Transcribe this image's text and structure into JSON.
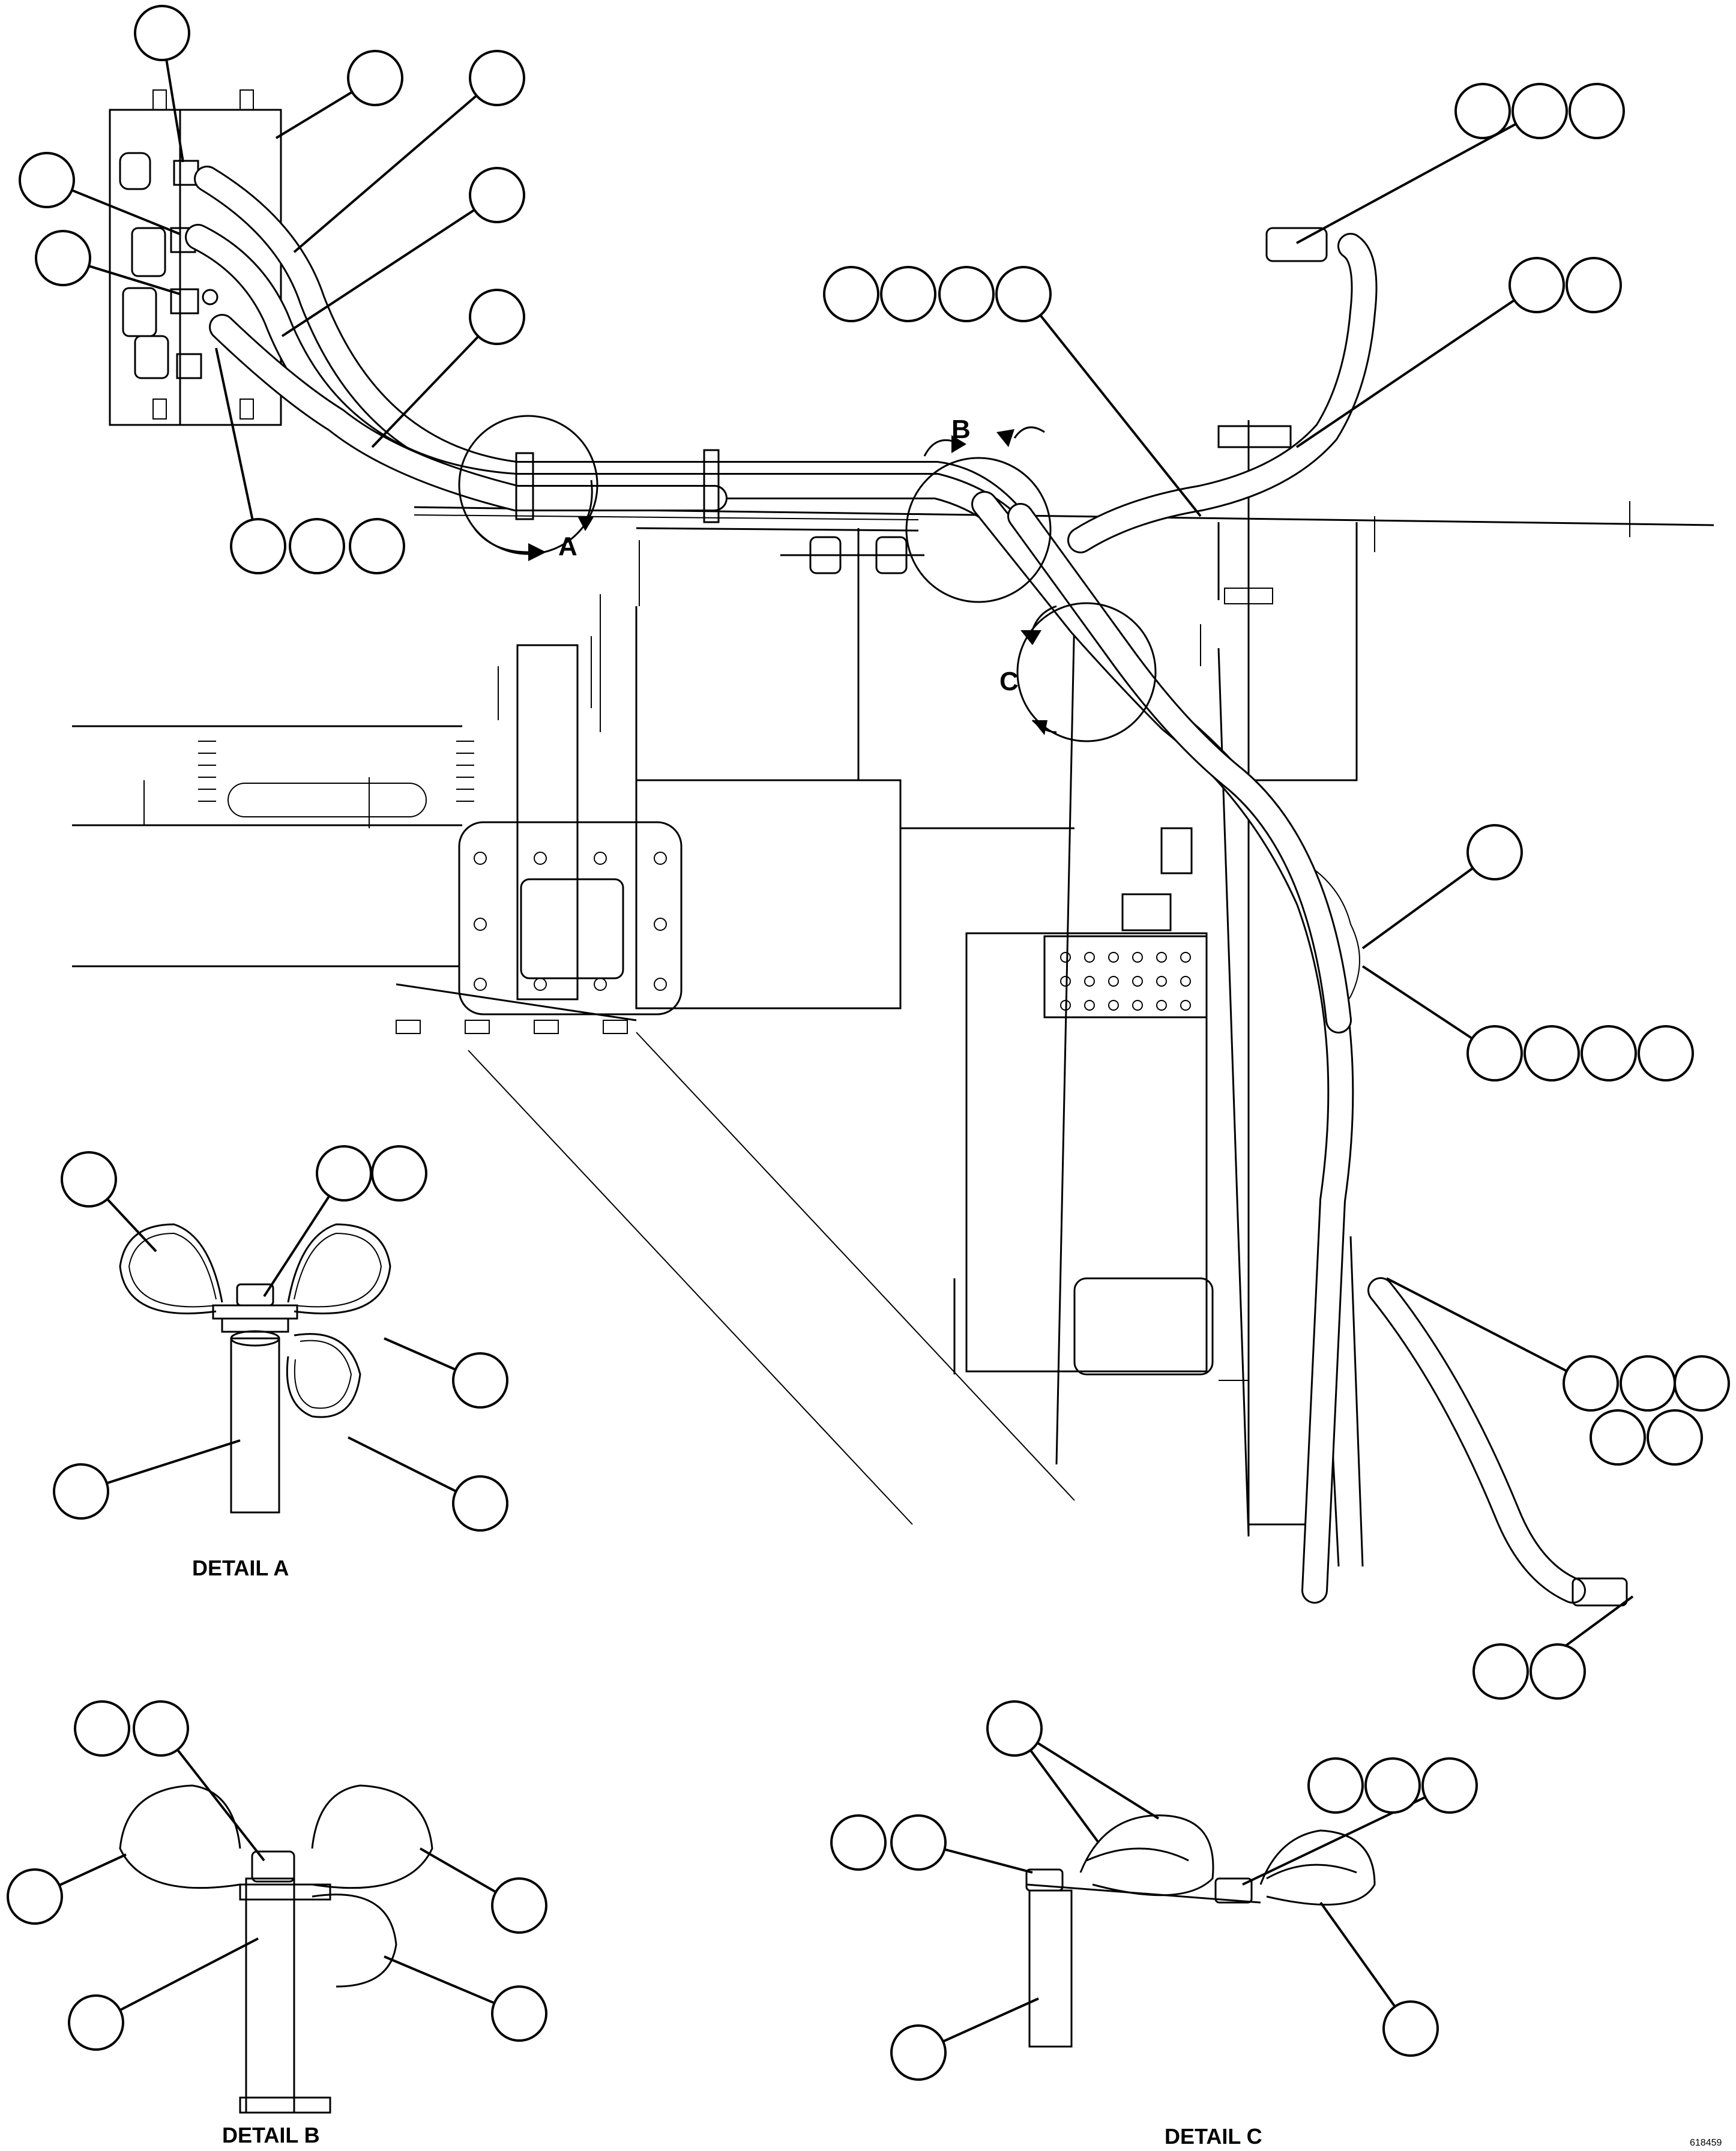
{
  "view_labels": {
    "A": "A",
    "B": "B",
    "C": "C"
  },
  "detail_titles": {
    "a": "DETAIL A",
    "b": "DETAIL B",
    "c": "DETAIL C"
  },
  "drawing_number": "618459"
}
